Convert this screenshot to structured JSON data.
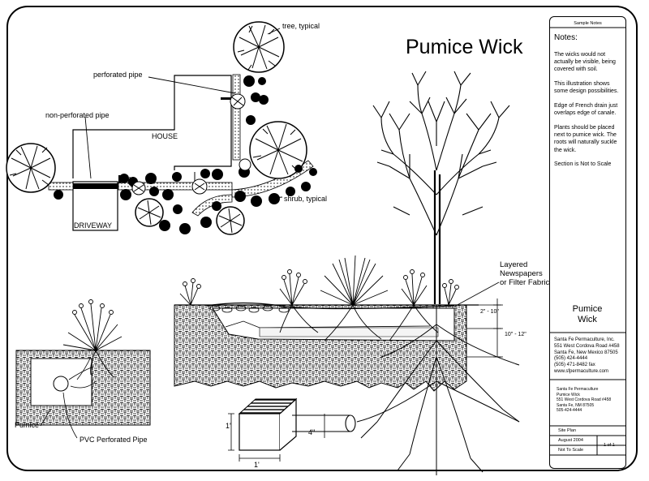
{
  "title": "Pumice Wick",
  "plan": {
    "tree_label": "tree, typical",
    "perforated_label": "perforated pipe",
    "nonperforated_label": "non-perforated pipe",
    "house_label": "HOUSE",
    "driveway_label": "DRIVEWAY",
    "shrub_label": "shrub, typical"
  },
  "section": {
    "layer_label_1": "Layered",
    "layer_label_2": "Newspapers",
    "layer_label_3": "or Filter Fabric",
    "dim_top": "2\" - 10\"",
    "dim_bottom": "10\" - 12\""
  },
  "detail": {
    "pumice_label": "Pumice",
    "pvc_label": "PVC Perforated Pipe",
    "box_h": "1'",
    "box_w": "1'",
    "pipe_d": "4\""
  },
  "titleblock": {
    "header": "Sample Notes",
    "notes_heading": "Notes:",
    "notes": [
      "The wicks would not actually be visible, being covered with soil.",
      "This illustration shows some design possibilities.",
      "Edge of French drain just overlaps edge of canale.",
      "Plants should be placed next to pumice wick. The roots will naturally suckle the wick.",
      "Section is Not to Scale"
    ],
    "drawing_name_1": "Pumice",
    "drawing_name_2": "Wick",
    "company": [
      "Santa Fe Permaculture, Inc.",
      "551 West Cordova Road #458",
      "Santa Fe, New Mexico 87505",
      "(505) 424-4444",
      "(505) 471-8482 fax",
      "www.sfpermaculture.com"
    ],
    "client": [
      "Santa Fe Permaculture",
      "Pumice Wick",
      "551 West Cordova Road #458",
      "Santa Fe, NM 87505",
      "505-424-4444"
    ],
    "sheet_name": "Site Plan",
    "date": "August 2004",
    "sheet_no": "1 of 1",
    "scale": "Not To Scale"
  }
}
